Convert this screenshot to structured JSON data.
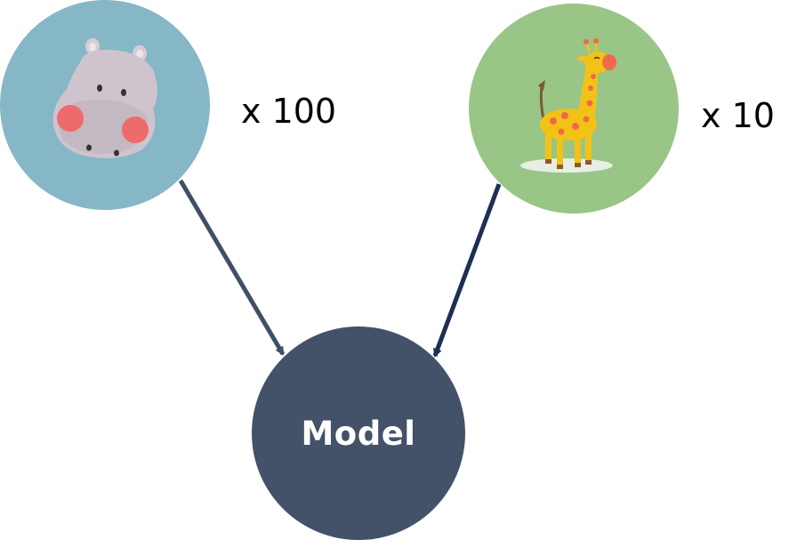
{
  "nodes": {
    "hippo": {
      "count_label": "x 100",
      "color": "#86b7c6",
      "icon": "hippo-icon"
    },
    "giraffe": {
      "count_label": "x 10",
      "color": "#99c587",
      "icon": "giraffe-icon"
    },
    "model": {
      "label": "Model",
      "color": "#435268"
    }
  },
  "edges": [
    {
      "from": "hippo",
      "to": "model",
      "color": "#3f4f66"
    },
    {
      "from": "giraffe",
      "to": "model",
      "color": "#1d2f52"
    }
  ]
}
